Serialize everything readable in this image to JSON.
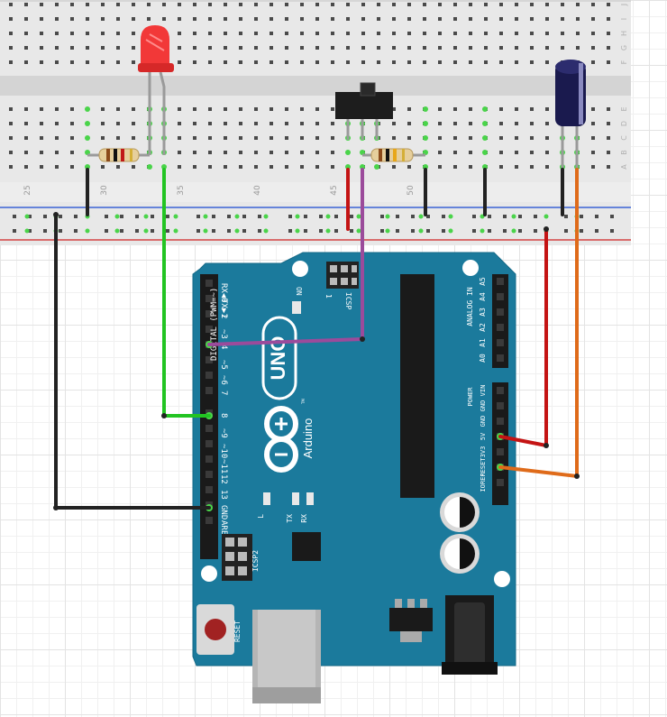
{
  "breadboard": {
    "column_numbers": [
      "25",
      "30",
      "35",
      "40",
      "45",
      "50"
    ],
    "row_letters_top": [
      "J",
      "I",
      "H",
      "G",
      "F"
    ],
    "row_letters_bottom": [
      "E",
      "D",
      "C",
      "B",
      "A"
    ]
  },
  "arduino": {
    "logo_text": "UNO",
    "brand_text": "Arduino",
    "trademark": "TM",
    "digital_label": "DIGITAL (PWM=~)",
    "analog_label": "ANALOG IN",
    "power_label": "POWER",
    "on_label": "ON",
    "isp_label": "ICSP",
    "isp_pin1": "1",
    "icsp2_label": "ICSP2",
    "reset_button_label": "RESET",
    "led_l_label": "L",
    "tx_label": "TX",
    "rx_label": "RX",
    "digital_pins": [
      "RX◀0",
      "TX▶1",
      "2",
      "~3",
      "4",
      "~5",
      "~6",
      "7",
      "8",
      "~9",
      "~10",
      "~11",
      "12",
      "13",
      "GND",
      "AREF"
    ],
    "analog_pins": [
      "A5",
      "A4",
      "A3",
      "A2",
      "A1",
      "A0"
    ],
    "power_pins": [
      "VIN",
      "GND",
      "GND",
      "5V",
      "3V3",
      "RESET",
      "IOREF"
    ]
  },
  "colors": {
    "board": "#1b7a9c",
    "breadboard": "#e9e9e9",
    "wire_green": "#22c422",
    "wire_black": "#222222",
    "wire_red": "#c41414",
    "wire_purple": "#9b4b9b",
    "wire_orange": "#df6b1a",
    "rail_blue": "#3b63d6",
    "rail_red": "#d24343"
  }
}
